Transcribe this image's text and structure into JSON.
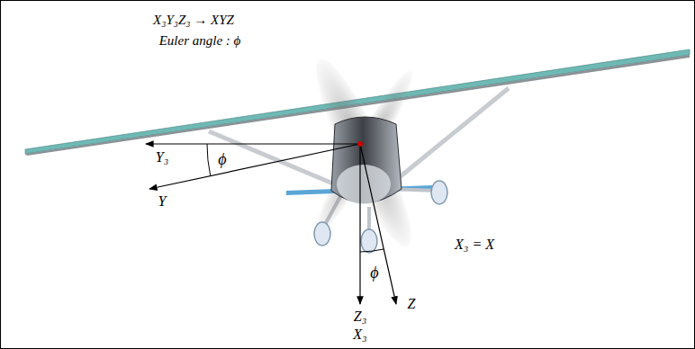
{
  "diagram": {
    "labels": [
      "X₃Y₃Z₃ → XYZ",
      "Euler angle : ϕ",
      "Y₃",
      "ϕ",
      "Y",
      "X₃ = X",
      "ϕ",
      "Z₃",
      "Z",
      "X₃"
    ]
  }
}
